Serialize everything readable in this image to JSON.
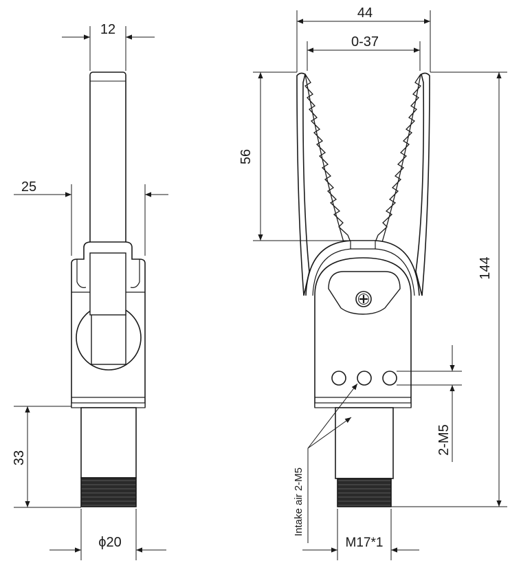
{
  "dimensions": {
    "side_view": {
      "finger_thickness": "12",
      "body_width": "25",
      "connector_height": "33",
      "connector_diameter": "ϕ20"
    },
    "front_view": {
      "outer_width": "44",
      "stroke": "0-37",
      "finger_length": "56",
      "total_height": "144",
      "port_thread": "2-M5",
      "intake_label": "Intake air 2-M5",
      "connector_thread": "M17*1"
    }
  },
  "colors": {
    "line": "#1a1a1a",
    "background": "#ffffff"
  }
}
